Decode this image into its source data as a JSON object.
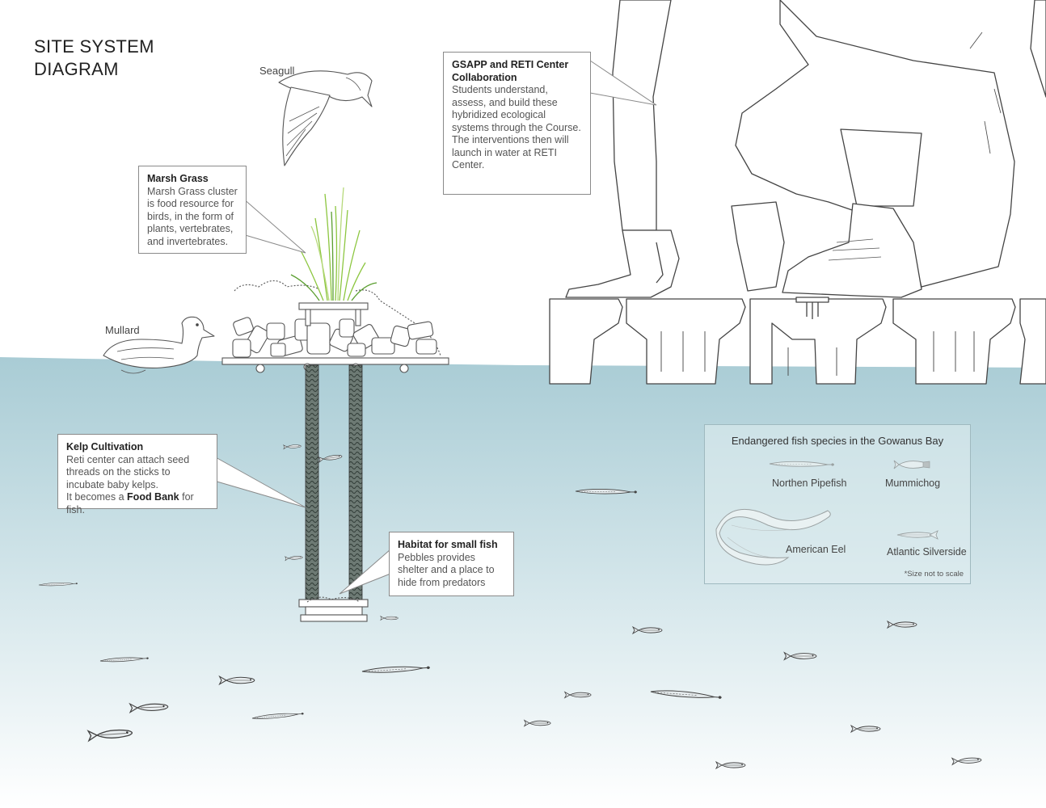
{
  "title_line1": "SITE SYSTEM",
  "title_line2": "DIAGRAM",
  "animals": {
    "seagull": "Seagull",
    "mullard": "Mullard"
  },
  "callouts": {
    "marsh": {
      "title": "Marsh Grass",
      "body": "Marsh Grass cluster is food resource for birds, in the form of plants, vertebrates, and invertebrates."
    },
    "gsapp": {
      "title": "GSAPP and RETI Center Collaboration",
      "body1": "Students understand, assess, and build these hybridized ecological systems through the Course.",
      "body2": "The interventions then will launch in water at RETI Center."
    },
    "kelp": {
      "title": "Kelp Cultivation",
      "body1": "Reti center can attach seed threads on the sticks to incubate baby kelps.",
      "body2_pre": "It becomes a ",
      "body2_bold": "Food Bank",
      "body2_post": " for fish."
    },
    "habitat": {
      "title": "Habitat for small fish",
      "body": "Pebbles provides shelter and a place to hide from predators"
    }
  },
  "legend": {
    "title": "Endangered fish species in the Gowanus Bay",
    "species": [
      "Northen Pipefish",
      "Mummichog",
      "American Eel",
      "Atlantic Silverside"
    ],
    "note": "*Size not to scale"
  },
  "colors": {
    "water_top": "#a9ccd5",
    "water_bottom": "#ffffff",
    "line": "#555555",
    "grass": "#8cc63f"
  },
  "icons": [
    "seagull-icon",
    "duck-icon",
    "marsh-grass-icon",
    "kelp-stick-icon",
    "fish-icon",
    "eel-icon",
    "dock-icon",
    "person-legs-icon"
  ]
}
